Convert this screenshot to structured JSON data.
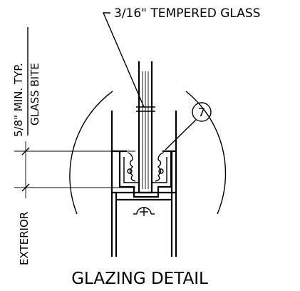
{
  "drawing": {
    "glass_callout": "3/16\" TEMPERED GLASS",
    "bite_dimension": "5/8\" MIN. TYP.",
    "bite_label": "GLASS BITE",
    "side_label": "EXTERIOR",
    "detail_number": "7",
    "title": "GLAZING DETAIL"
  }
}
